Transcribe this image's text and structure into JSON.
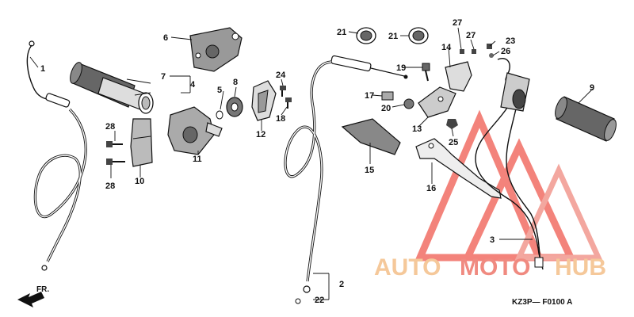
{
  "callouts": {
    "p1": "1",
    "p2": "2",
    "p3": "3",
    "p4": "4",
    "p5": "5",
    "p6": "6",
    "p7": "7",
    "p8": "8",
    "p9": "9",
    "p10": "10",
    "p11": "11",
    "p12": "12",
    "p13": "13",
    "p14": "14",
    "p15": "15",
    "p16": "16",
    "p17": "17",
    "p18": "18",
    "p19": "19",
    "p20": "20",
    "p21a": "21",
    "p21b": "21",
    "p22": "22",
    "p23": "23",
    "p24": "24",
    "p25": "25",
    "p26": "26",
    "p27a": "27",
    "p27b": "27",
    "p28a": "28",
    "p28b": "28"
  },
  "direction_label": "FR.",
  "diagram_code": "KZ3P— F0100 A",
  "watermark": {
    "part1": "AUTO",
    "part2": "MOTO",
    "part3": "HUB",
    "color_main": "#f5c89a",
    "color_accent": "#f08a80",
    "triangle_color": "#ef5a50"
  }
}
